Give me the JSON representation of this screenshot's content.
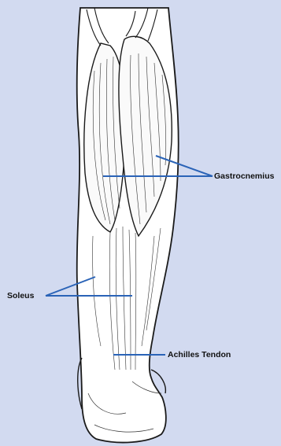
{
  "figure": {
    "subject": "posterior lower leg muscle anatomy",
    "labels": {
      "gastrocnemius": "Gastrocnemius",
      "soleus": "Soleus",
      "achilles": "Achilles Tendon"
    }
  },
  "colors": {
    "background": "#d2daf0",
    "illustration_fill": "#ffffff",
    "illustration_stroke": "#1a1a1a",
    "leader_line": "#2a63b7",
    "label_text": "#111111"
  }
}
